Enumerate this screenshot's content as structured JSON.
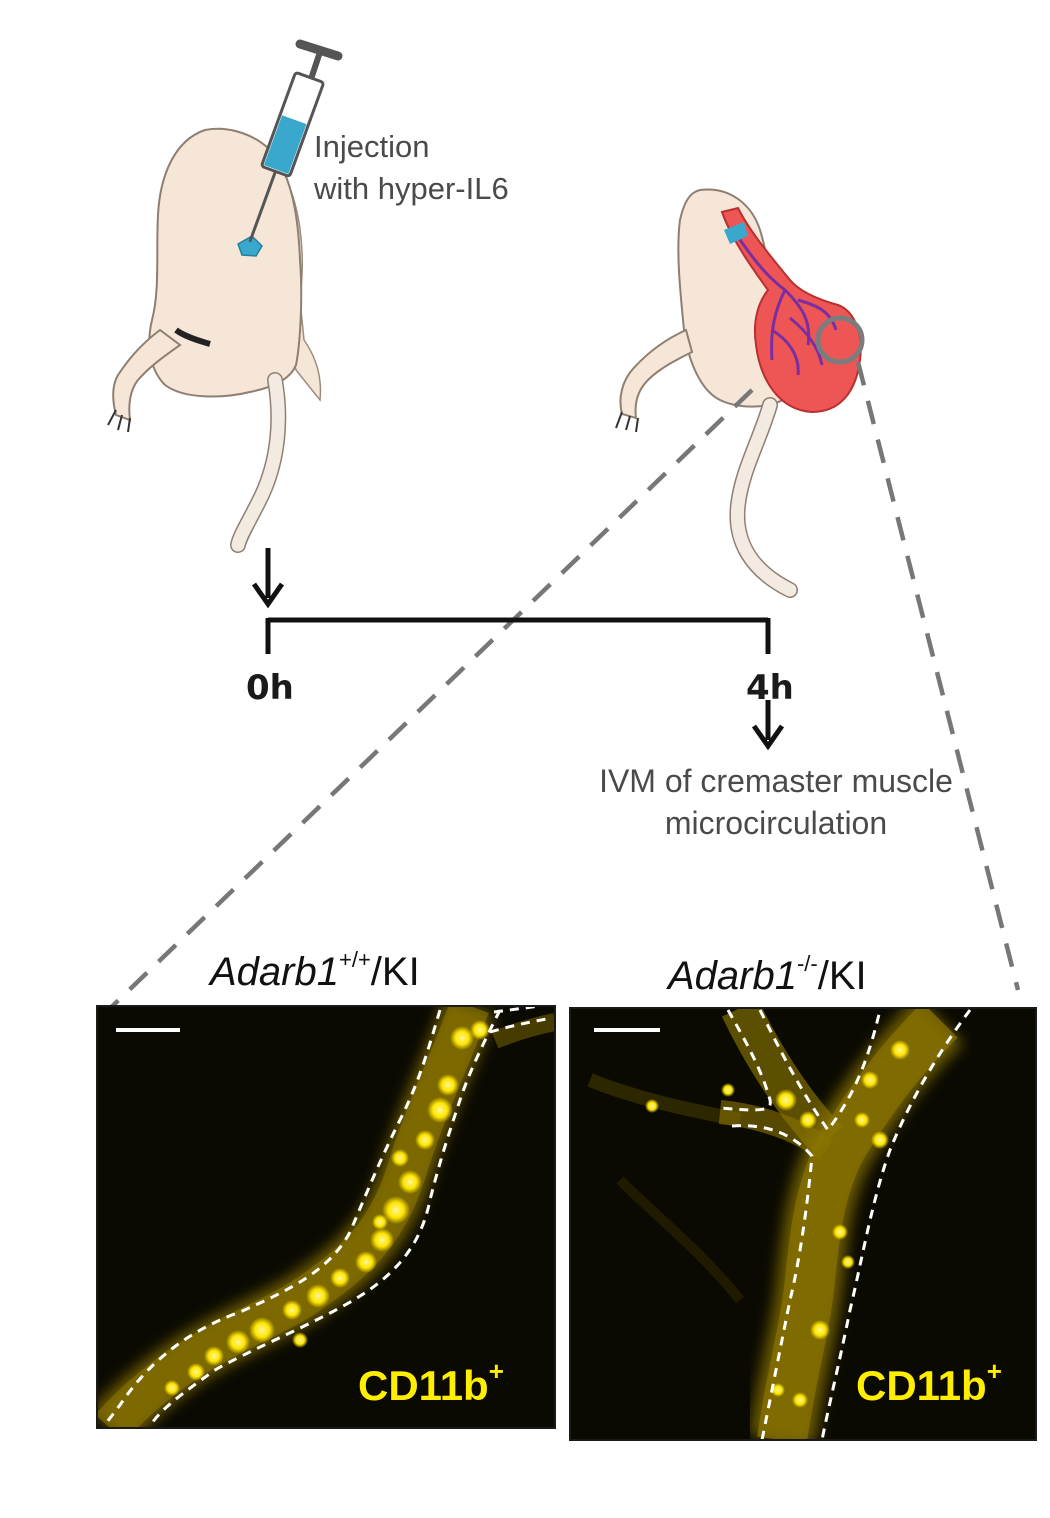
{
  "diagram": {
    "injection_label_line1": "Injection",
    "injection_label_line2": "with hyper-IL6",
    "time_start": "0h",
    "time_end": "4h",
    "ivm_label_line1": "IVM of cremaster muscle",
    "ivm_label_line2": "microcirculation"
  },
  "panels": [
    {
      "genotype_gene": "Adarb1",
      "genotype_superscript": "+/+",
      "genotype_suffix": "/KI",
      "marker": "CD11b",
      "marker_superscript": "+"
    },
    {
      "genotype_gene": "Adarb1",
      "genotype_superscript": "-/-",
      "genotype_suffix": "/KI",
      "marker": "CD11b",
      "marker_superscript": "+"
    }
  ],
  "colors": {
    "fluorescence": "#ffee00",
    "vessel_signal": "#c8a800",
    "micrograph_bg": "#0b0a02",
    "mouse_body": "#f6e6d8",
    "cremaster": "#ee5555",
    "syringe_fluid": "#3aa7cc"
  },
  "icons": [
    "syringe-icon",
    "mouse-icon",
    "mouse-with-cremaster-icon",
    "magnifier-circle-icon",
    "down-arrow-icon",
    "scale-bar"
  ]
}
